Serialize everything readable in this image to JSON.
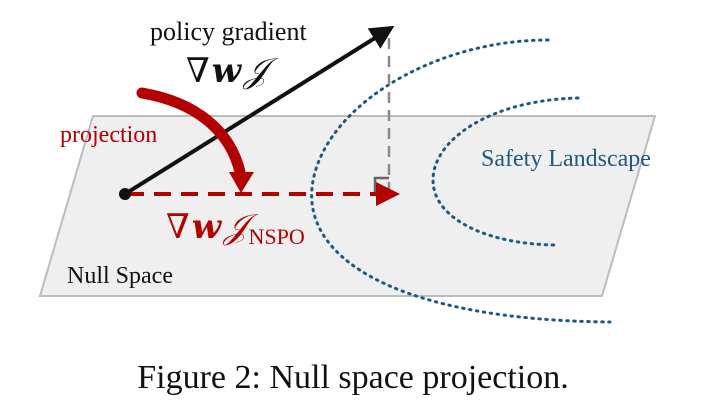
{
  "labels": {
    "policy_gradient": "policy gradient",
    "projection": "projection",
    "safety_landscape": "Safety Landscape",
    "null_space": "Null Space"
  },
  "gradient_symbol": {
    "nabla": "∇",
    "w": "w",
    "J": "𝒥",
    "subscript": "NSPO"
  },
  "caption": "Figure 2: Null space projection.",
  "colors": {
    "plane_fill": "#efefef",
    "plane_stroke": "#bdbdbd",
    "black_arrow": "#111111",
    "red": "#b30000",
    "blue": "#1f5a7e",
    "gray_dashed": "#8a8a8a",
    "text": "#111111"
  }
}
